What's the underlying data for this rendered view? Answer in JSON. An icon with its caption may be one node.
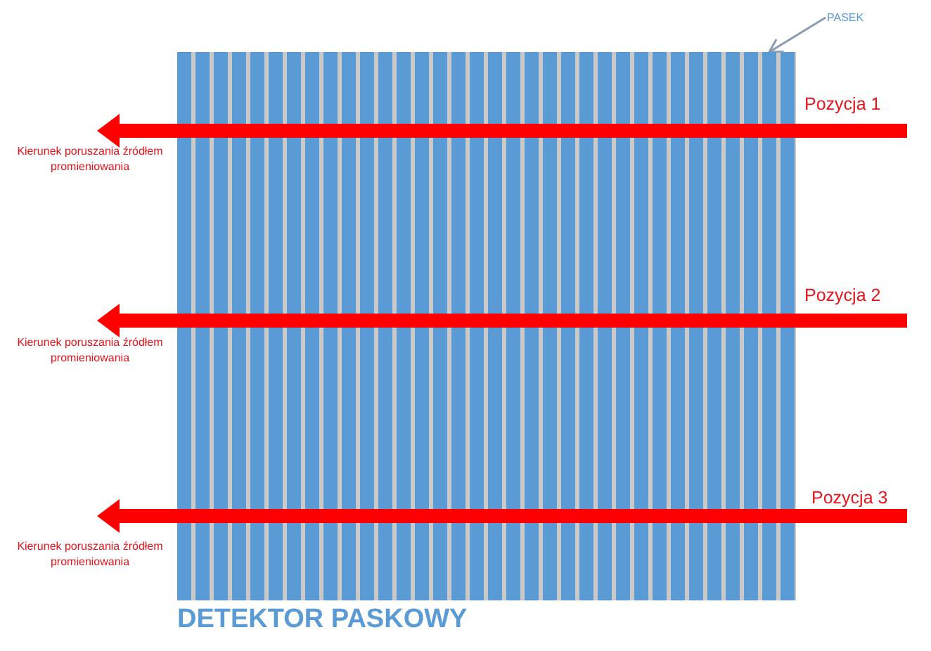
{
  "diagram": {
    "caption": "DETEKTOR PASKOWY",
    "nodes": [
      {
        "text": [
          "PASEK"
        ]
      },
      {
        "text": [],
        "shape": "bar"
      }
    ],
    "edges": [
      {
        "from": 0,
        "to": 1,
        "arrow": "to"
      }
    ],
    "labels": [
      "Pozycja 1",
      "Kierunek poruszania źródłem promieniowania",
      "Pozycja 2",
      "Kierunek poruszania źródłem promieniowania",
      "Pozycja 3",
      "Kierunek poruszania źródłem promieniowania"
    ]
  }
}
